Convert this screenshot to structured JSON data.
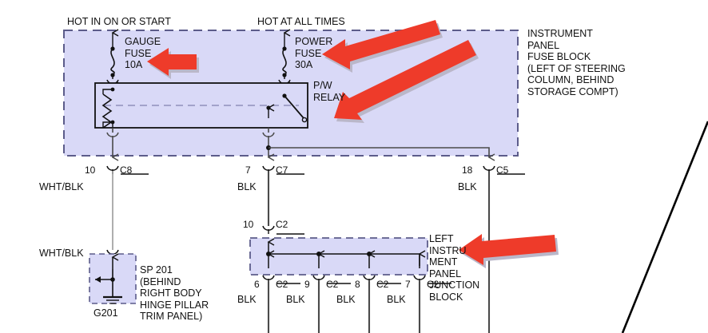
{
  "diagram": {
    "title_hot_in_on_or_start": "HOT IN ON OR START",
    "title_hot_at_all_times": "HOT AT ALL TIMES",
    "fuse_block_caption": "INSTRUMENT\nPANEL\nFUSE BLOCK\n(LEFT OF STEERING\nCOLUMN, BEHIND\nSTORAGE COMPT)",
    "junction_block_caption": "LEFT\nINSTRU\nMENT\nPANEL\nJUNCTION\nBLOCK",
    "splice_caption": "SP 201\n(BEHIND\nRIGHT BODY\nHINGE PILLAR\nTRIM PANEL)",
    "ground_label": "G201",
    "colors": {
      "block_fill": "#d9d9f7",
      "block_border": "#5c5c8a",
      "wire": "#4a4a4a",
      "component_line": "#111111",
      "arrow_red": "#ee3b2a",
      "arrow_red_shadow": "#b9b6c9",
      "text": "#111111",
      "divider": "#000000"
    },
    "fuses": [
      {
        "name": "gauge-fuse",
        "label": "GAUGE\nFUSE\n10A",
        "rating": "10A",
        "fuse_name": "GAUGE FUSE"
      },
      {
        "name": "power-fuse",
        "label": "POWER\nFUSE\n30A",
        "rating": "30A",
        "fuse_name": "POWER FUSE"
      }
    ],
    "relay": {
      "label": "P/W\nRELAY",
      "name": "P/W RELAY"
    },
    "fuse_block_terminals": [
      {
        "pin": "10",
        "connector": "C8",
        "wire_color": "WHT/BLK"
      },
      {
        "pin": "7",
        "connector": "C7",
        "wire_color": "BLK"
      },
      {
        "pin": "18",
        "connector": "C5",
        "wire_color": "BLK"
      }
    ],
    "splice_wire_color": "WHT/BLK",
    "junction_block_input": {
      "pin": "10",
      "connector": "C2"
    },
    "junction_block_outputs": [
      {
        "pin": "6",
        "connector": "C2",
        "wire_color": "BLK"
      },
      {
        "pin": "9",
        "connector": "C2",
        "wire_color": "BLK"
      },
      {
        "pin": "8",
        "connector": "C2",
        "wire_color": "BLK"
      },
      {
        "pin": "7",
        "connector": "C2",
        "wire_color": "BLK"
      }
    ],
    "annotation_arrows": [
      {
        "name": "arrow-gauge-fuse",
        "points_to": "GAUGE FUSE 10A"
      },
      {
        "name": "arrow-power-fuse",
        "points_to": "POWER FUSE 30A"
      },
      {
        "name": "arrow-pw-relay",
        "points_to": "P/W RELAY"
      },
      {
        "name": "arrow-junction-block",
        "points_to": "LEFT INSTRUMENT PANEL JUNCTION BLOCK"
      }
    ]
  }
}
